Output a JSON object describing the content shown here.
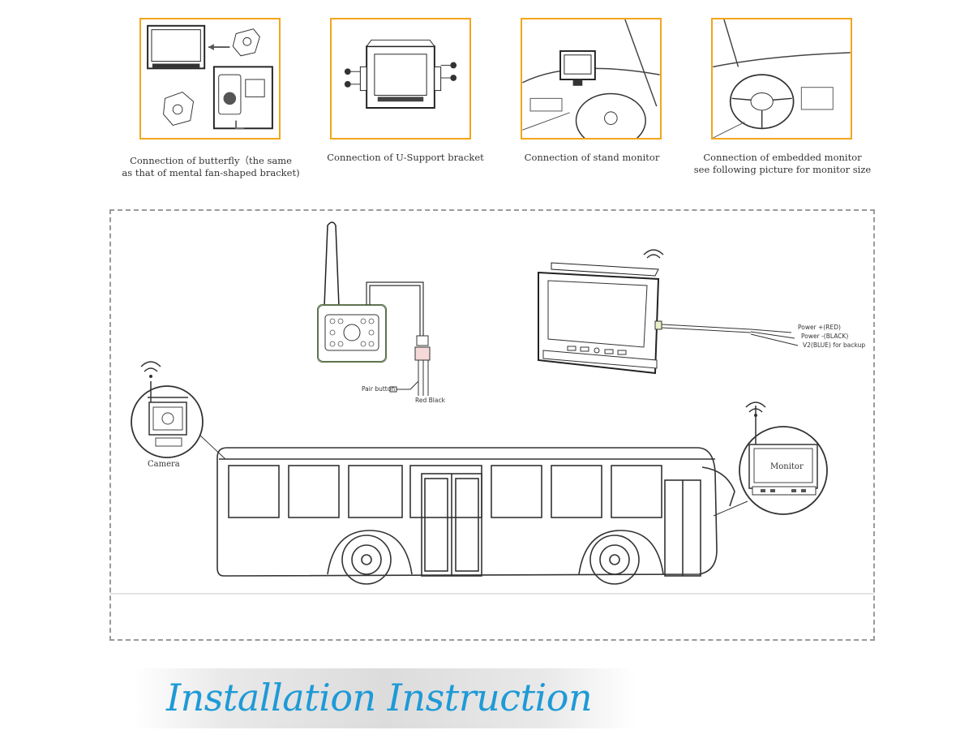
{
  "mounting_options": [
    {
      "caption_line1": "Connection of butterfly（the same",
      "caption_line2": "as that of mental fan-shaped bracket)"
    },
    {
      "caption_line1": "Connection of U-Support bracket",
      "caption_line2": ""
    },
    {
      "caption_line1": "Connection of stand monitor",
      "caption_line2": ""
    },
    {
      "caption_line1": "Connection  of  embedded monitor",
      "caption_line2": "see following picture for monitor size"
    }
  ],
  "wiring": {
    "pair_button": "Pair button",
    "red_black": "Red  Black",
    "power_positive": "Power +(RED)",
    "power_negative": "Power -(BLACK)",
    "v2_backup": "V2(BLUE) for backup"
  },
  "bus_scene": {
    "camera_label": "Camera",
    "monitor_label": "Monitor"
  },
  "title": "Installation Instruction",
  "colors": {
    "panel_border": "#f2a51c",
    "title_blue": "#1e9ad6",
    "dash_border": "#9a9a9a"
  }
}
